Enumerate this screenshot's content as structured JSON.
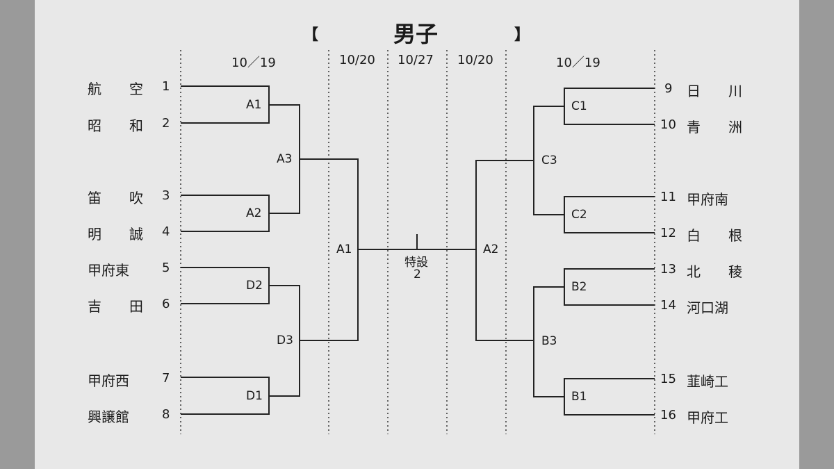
{
  "title": "男子",
  "bracket_left": "【",
  "bracket_right": "】",
  "dates": {
    "left_r1": "10／19",
    "left_r2": "10/20",
    "final": "10/27",
    "right_r2": "10/20",
    "right_r1": "10／19"
  },
  "teams_left": [
    {
      "name": "航　　空",
      "num": "1"
    },
    {
      "name": "昭　　和",
      "num": "2"
    },
    {
      "name": "笛　　吹",
      "num": "3"
    },
    {
      "name": "明　　誠",
      "num": "4"
    },
    {
      "name": "甲府東",
      "num": "5"
    },
    {
      "name": "吉　　田",
      "num": "6"
    },
    {
      "name": "甲府西",
      "num": "7"
    },
    {
      "name": "興譲館",
      "num": "8"
    }
  ],
  "teams_right": [
    {
      "num": "9",
      "name": "日　　川"
    },
    {
      "num": "10",
      "name": "青　　洲"
    },
    {
      "num": "11",
      "name": "甲府南"
    },
    {
      "num": "12",
      "name": "白　　根"
    },
    {
      "num": "13",
      "name": "北　　稜"
    },
    {
      "num": "14",
      "name": "河口湖"
    },
    {
      "num": "15",
      "name": "韮崎工"
    },
    {
      "num": "16",
      "name": "甲府工"
    }
  ],
  "matches": {
    "a1_left": "A1",
    "a2_left": "A2",
    "a3": "A3",
    "d2": "D2",
    "d1": "D1",
    "d3": "D3",
    "semi_left": "A1",
    "c1": "C1",
    "c2": "C2",
    "c3": "C3",
    "b2": "B2",
    "b1": "B1",
    "b3": "B3",
    "semi_right": "A2"
  },
  "venue": {
    "line1": "特設",
    "line2": "2"
  }
}
